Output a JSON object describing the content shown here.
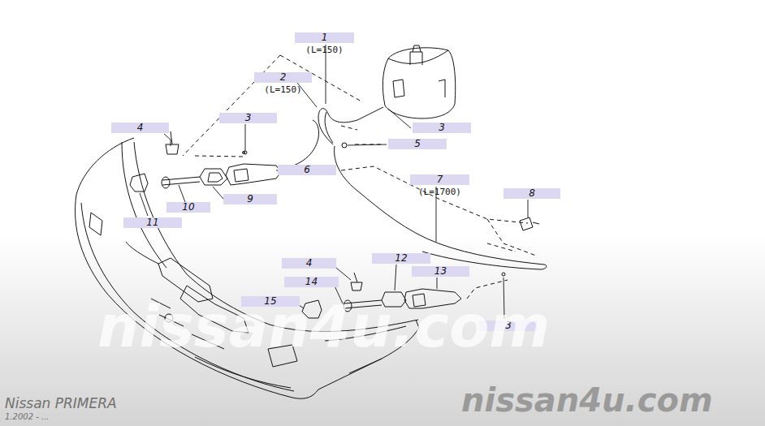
{
  "diagram": {
    "nodes": [
      {
        "text": [
          "1",
          "(L=150)"
        ]
      },
      {
        "text": [
          "2",
          "(L=150)"
        ]
      },
      {
        "text": [
          "3"
        ]
      },
      {
        "text": [
          "4"
        ]
      },
      {
        "text": [
          "3"
        ]
      },
      {
        "text": [
          "5"
        ]
      },
      {
        "text": [
          "6"
        ]
      },
      {
        "text": [
          "7",
          "(L=1700)"
        ]
      },
      {
        "text": [
          "8"
        ]
      },
      {
        "text": [
          "9"
        ]
      },
      {
        "text": [
          "10"
        ]
      },
      {
        "text": [
          "11"
        ]
      },
      {
        "text": [
          "4"
        ]
      },
      {
        "text": [
          "12"
        ]
      },
      {
        "text": [
          "13"
        ]
      },
      {
        "text": [
          "14"
        ]
      },
      {
        "text": [
          "15"
        ]
      },
      {
        "text": [
          "3"
        ]
      }
    ],
    "labels": [
      "nissan4u.com",
      "Nissan PRIMERA",
      "1.2002 - ...",
      "nissan4u.com"
    ]
  }
}
